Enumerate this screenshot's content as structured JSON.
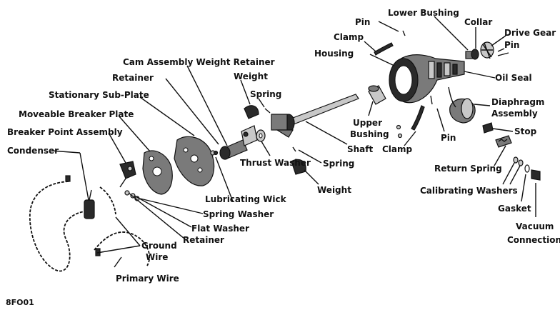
{
  "figure_code": "8FO01",
  "labels": {
    "pin_top": "Pin",
    "lower_bushing": "Lower Bushing",
    "collar": "Collar",
    "drive_gear": "Drive Gear",
    "pin_gear": "Pin",
    "clamp_top": "Clamp",
    "housing": "Housing",
    "oil_seal": "Oil Seal",
    "cam_assembly_weight_retainer": "Cam Assembly Weight Retainer",
    "retainer_top": "Retainer",
    "weight_top": "Weight",
    "stationary_sub_plate": "Stationary Sub-Plate",
    "spring_top": "Spring",
    "moveable_breaker_plate": "Moveable Breaker Plate",
    "breaker_point_assembly": "Breaker Point Assembly",
    "condenser": "Condenser",
    "diaphragm_assembly_1": "Diaphragm",
    "diaphragm_assembly_2": "Assembly",
    "upper_bushing_1": "Upper",
    "upper_bushing_2": "Bushing",
    "stop": "Stop",
    "pin_mid": "Pin",
    "clamp_mid": "Clamp",
    "shaft": "Shaft",
    "thrust_washer": "Thrust Washer",
    "spring_bottom": "Spring",
    "weight_bottom": "Weight",
    "return_spring": "Return Spring",
    "calibrating_washers": "Calibrating Washers",
    "lubricating_wick": "Lubricating Wick",
    "spring_washer": "Spring Washer",
    "flat_washer": "Flat Washer",
    "retainer_bottom": "Retainer",
    "ground_wire_1": "Ground",
    "ground_wire_2": "Wire",
    "primary_wire": "Primary Wire",
    "gasket": "Gasket",
    "vacuum_connection_1": "Vacuum",
    "vacuum_connection_2": "Connection"
  }
}
